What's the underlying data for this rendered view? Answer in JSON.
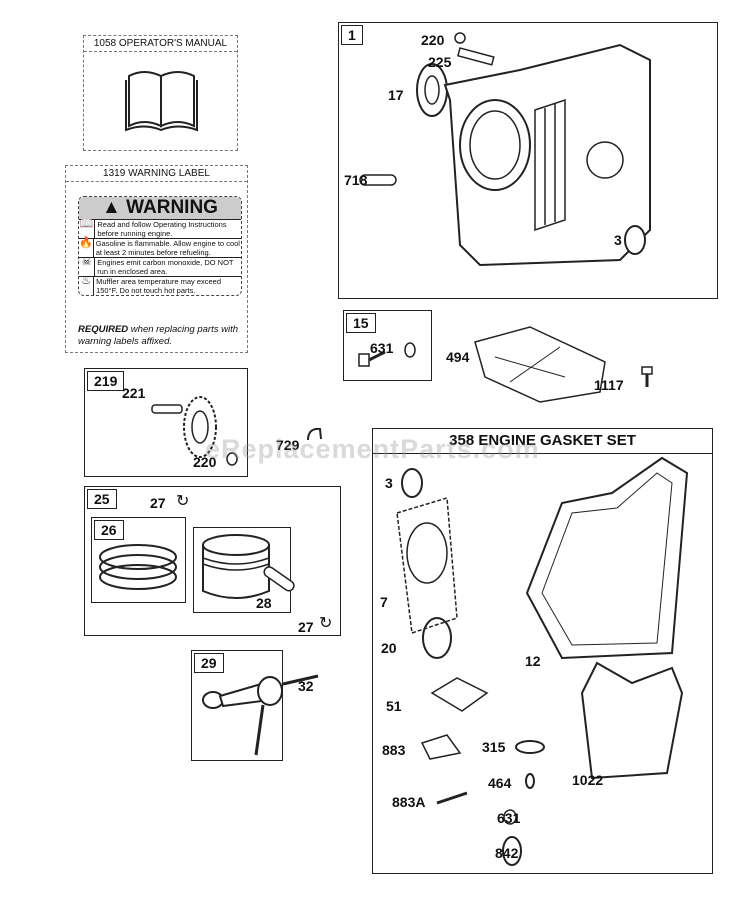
{
  "manual": {
    "title": "1058 OPERATOR'S MANUAL"
  },
  "warning_label": {
    "title": "1319 WARNING LABEL",
    "heading": "WARNING",
    "lines": [
      "Read and follow Operating Instructions before running engine.",
      "Gasoline is flammable. Allow engine to cool at least 2 minutes before refueling.",
      "Engines emit carbon monoxide, DO NOT run in enclosed area.",
      "Muffler area temperature may exceed 150°F. Do not touch hot parts."
    ],
    "required_bold": "REQUIRED",
    "required_rest": " when replacing parts with warning labels affixed."
  },
  "boxes": {
    "b1": "1",
    "b15": "15",
    "b219": "219",
    "b25": "25",
    "b26": "26",
    "b29": "29",
    "b358": "358 ENGINE GASKET SET"
  },
  "parts": {
    "p220a": "220",
    "p225": "225",
    "p17": "17",
    "p718": "718",
    "p3a": "3",
    "p631a": "631",
    "p494": "494",
    "p1117": "1117",
    "p221": "221",
    "p220b": "220",
    "p729": "729",
    "p27a": "27",
    "p28": "28",
    "p27b": "27",
    "p32": "32",
    "p3b": "3",
    "p7": "7",
    "p20": "20",
    "p12": "12",
    "p51": "51",
    "p883": "883",
    "p315": "315",
    "p464": "464",
    "p1022": "1022",
    "p883A": "883A",
    "p631b": "631",
    "p842": "842"
  },
  "watermark": "eReplacementParts.com"
}
